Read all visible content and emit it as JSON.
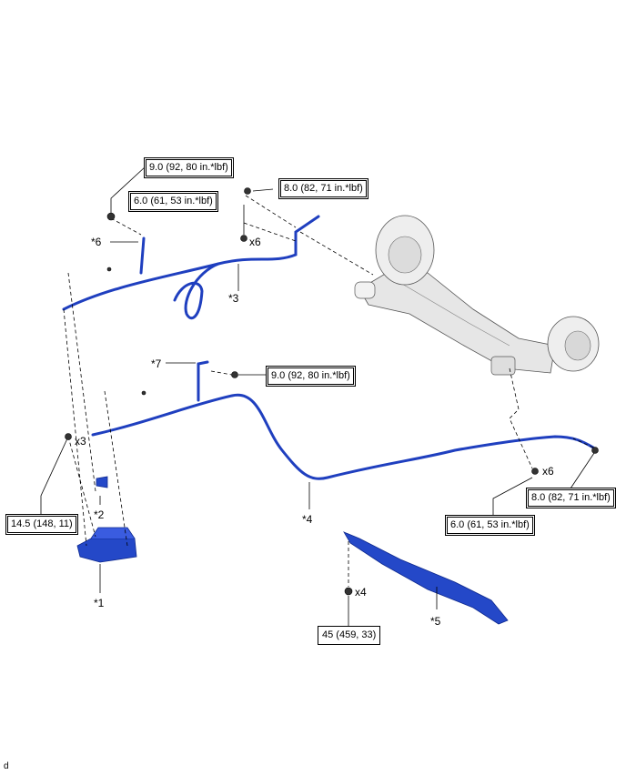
{
  "part_labels": {
    "p1": "*1",
    "p2": "*2",
    "p3": "*3",
    "p4": "*4",
    "p5": "*5",
    "p6": "*6",
    "p7": "*7"
  },
  "quantities": {
    "q_x6_upper": "x6",
    "q_x3": "x3",
    "q_x6_right": "x6",
    "q_x4": "x4"
  },
  "torque_specs": {
    "t_top_left": "9.0 (92, 80 in.*lbf)",
    "t_top_mid": "6.0 (61, 53 in.*lbf)",
    "t_top_right": "8.0 (82, 71 in.*lbf)",
    "t_center": "9.0 (92, 80 in.*lbf)",
    "t_left": "14.5 (148, 11)",
    "t_right_upper": "8.0 (82, 71 in.*lbf)",
    "t_right_lower": "6.0 (61, 53 in.*lbf)",
    "t_bottom": "45 (459, 33)"
  },
  "corner_code": "d",
  "colors": {
    "harness": "#1f3fbf",
    "harness_dark": "#0f2a8f",
    "axle": "#c8c8c8",
    "line": "#000000"
  }
}
